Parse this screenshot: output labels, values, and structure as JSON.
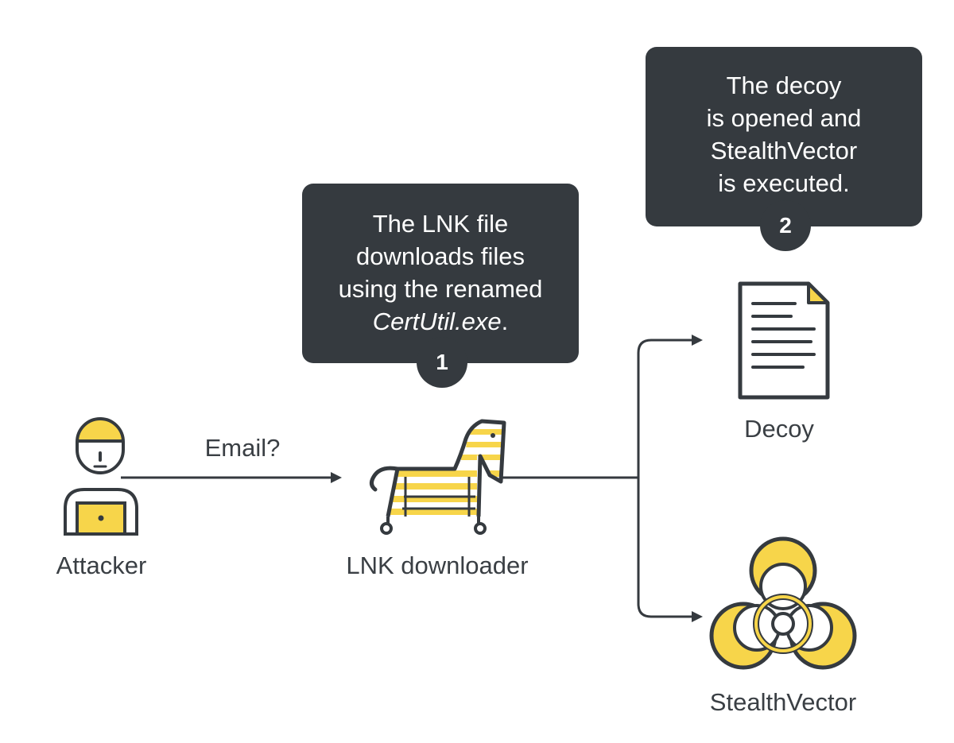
{
  "callouts": {
    "step1": {
      "line1": "The LNK file",
      "line2": "downloads files",
      "line3": "using the renamed",
      "line4_italic": "CertUtil.exe",
      "line4_suffix": ".",
      "number": "1"
    },
    "step2": {
      "line1": "The decoy",
      "line2": "is opened and",
      "line3": "StealthVector",
      "line4": "is executed.",
      "number": "2"
    }
  },
  "nodes": {
    "attacker": "Attacker",
    "lnk_downloader": "LNK downloader",
    "decoy": "Decoy",
    "stealthvector": "StealthVector"
  },
  "edges": {
    "email": "Email?"
  },
  "colors": {
    "dark": "#353a3f",
    "accent": "#f7d54a",
    "text": "#3a3f44"
  }
}
